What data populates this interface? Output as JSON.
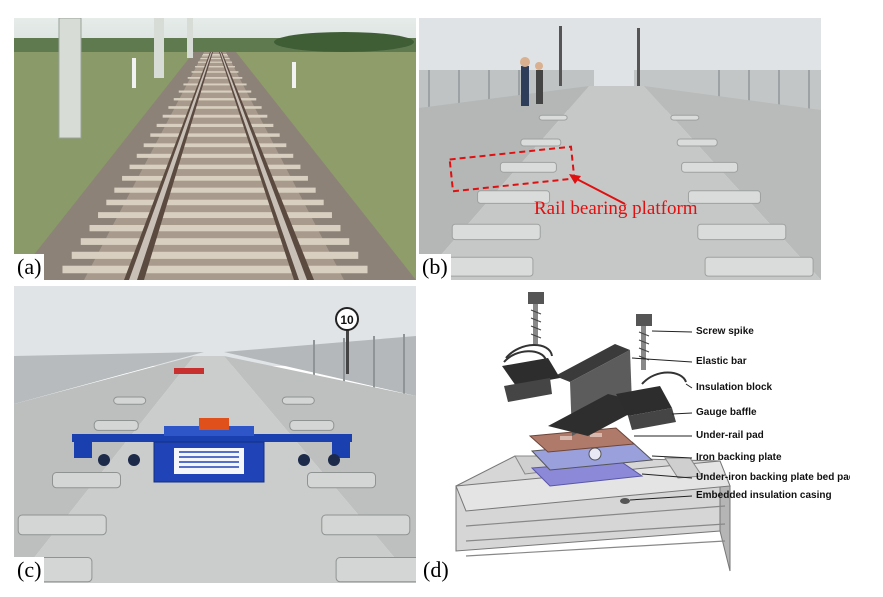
{
  "figure": {
    "panels": [
      {
        "id": "a",
        "label": "(a)"
      },
      {
        "id": "b",
        "label": "(b)",
        "callout": "Rail bearing platform"
      },
      {
        "id": "c",
        "label": "(c)",
        "sign": "10"
      },
      {
        "id": "d",
        "label": "(d)"
      }
    ],
    "components": [
      "Screw spike",
      "Elastic bar",
      "Insulation block",
      "Gauge baffle",
      "Under-rail pad",
      "Iron backing plate",
      "Under-iron backing plate bed pad",
      "Embedded insulation casing"
    ],
    "colors": {
      "callout": "#e01010",
      "rail_pad": "#b07a6a",
      "bed_pad": "#8c89d8",
      "machine_blue": "#1a40b0"
    }
  }
}
